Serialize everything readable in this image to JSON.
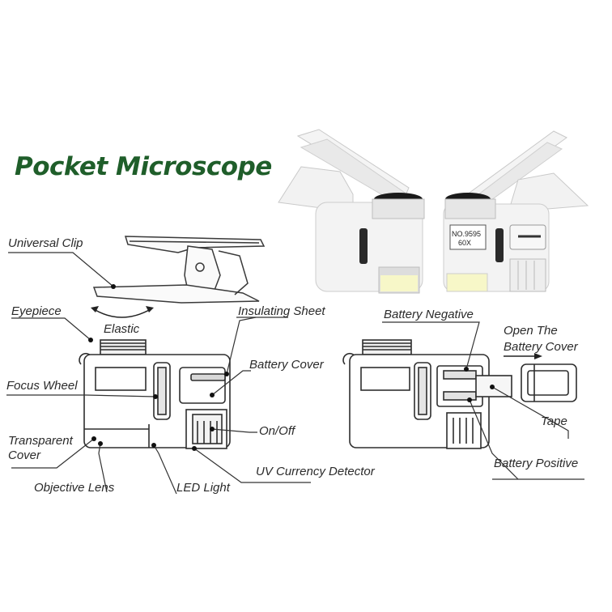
{
  "title": "Pocket Microscope",
  "product_label": {
    "model": "NO.9595",
    "zoom": "60X"
  },
  "labels": {
    "universal_clip": "Universal Clip",
    "eyepiece": "Eyepiece",
    "elastic": "Elastic",
    "insulating_sheet": "Insulating Sheet",
    "battery_cover": "Battery Cover",
    "focus_wheel": "Focus Wheel",
    "on_off": "On/Off",
    "transparent": "Transparent",
    "cover": "Cover",
    "uv_currency_detector": "UV Currency Detector",
    "objective_lens": "Objective Lens",
    "led_light": "LED Light",
    "battery_negative": "Battery Negative",
    "open_the": "Open The",
    "battery_cover_2": "Battery Cover",
    "tape": "Tape",
    "battery_positive": "Battery Positive"
  },
  "colors": {
    "title": "#1f5e2a",
    "text": "#2a2a2a",
    "line": "#333333"
  }
}
